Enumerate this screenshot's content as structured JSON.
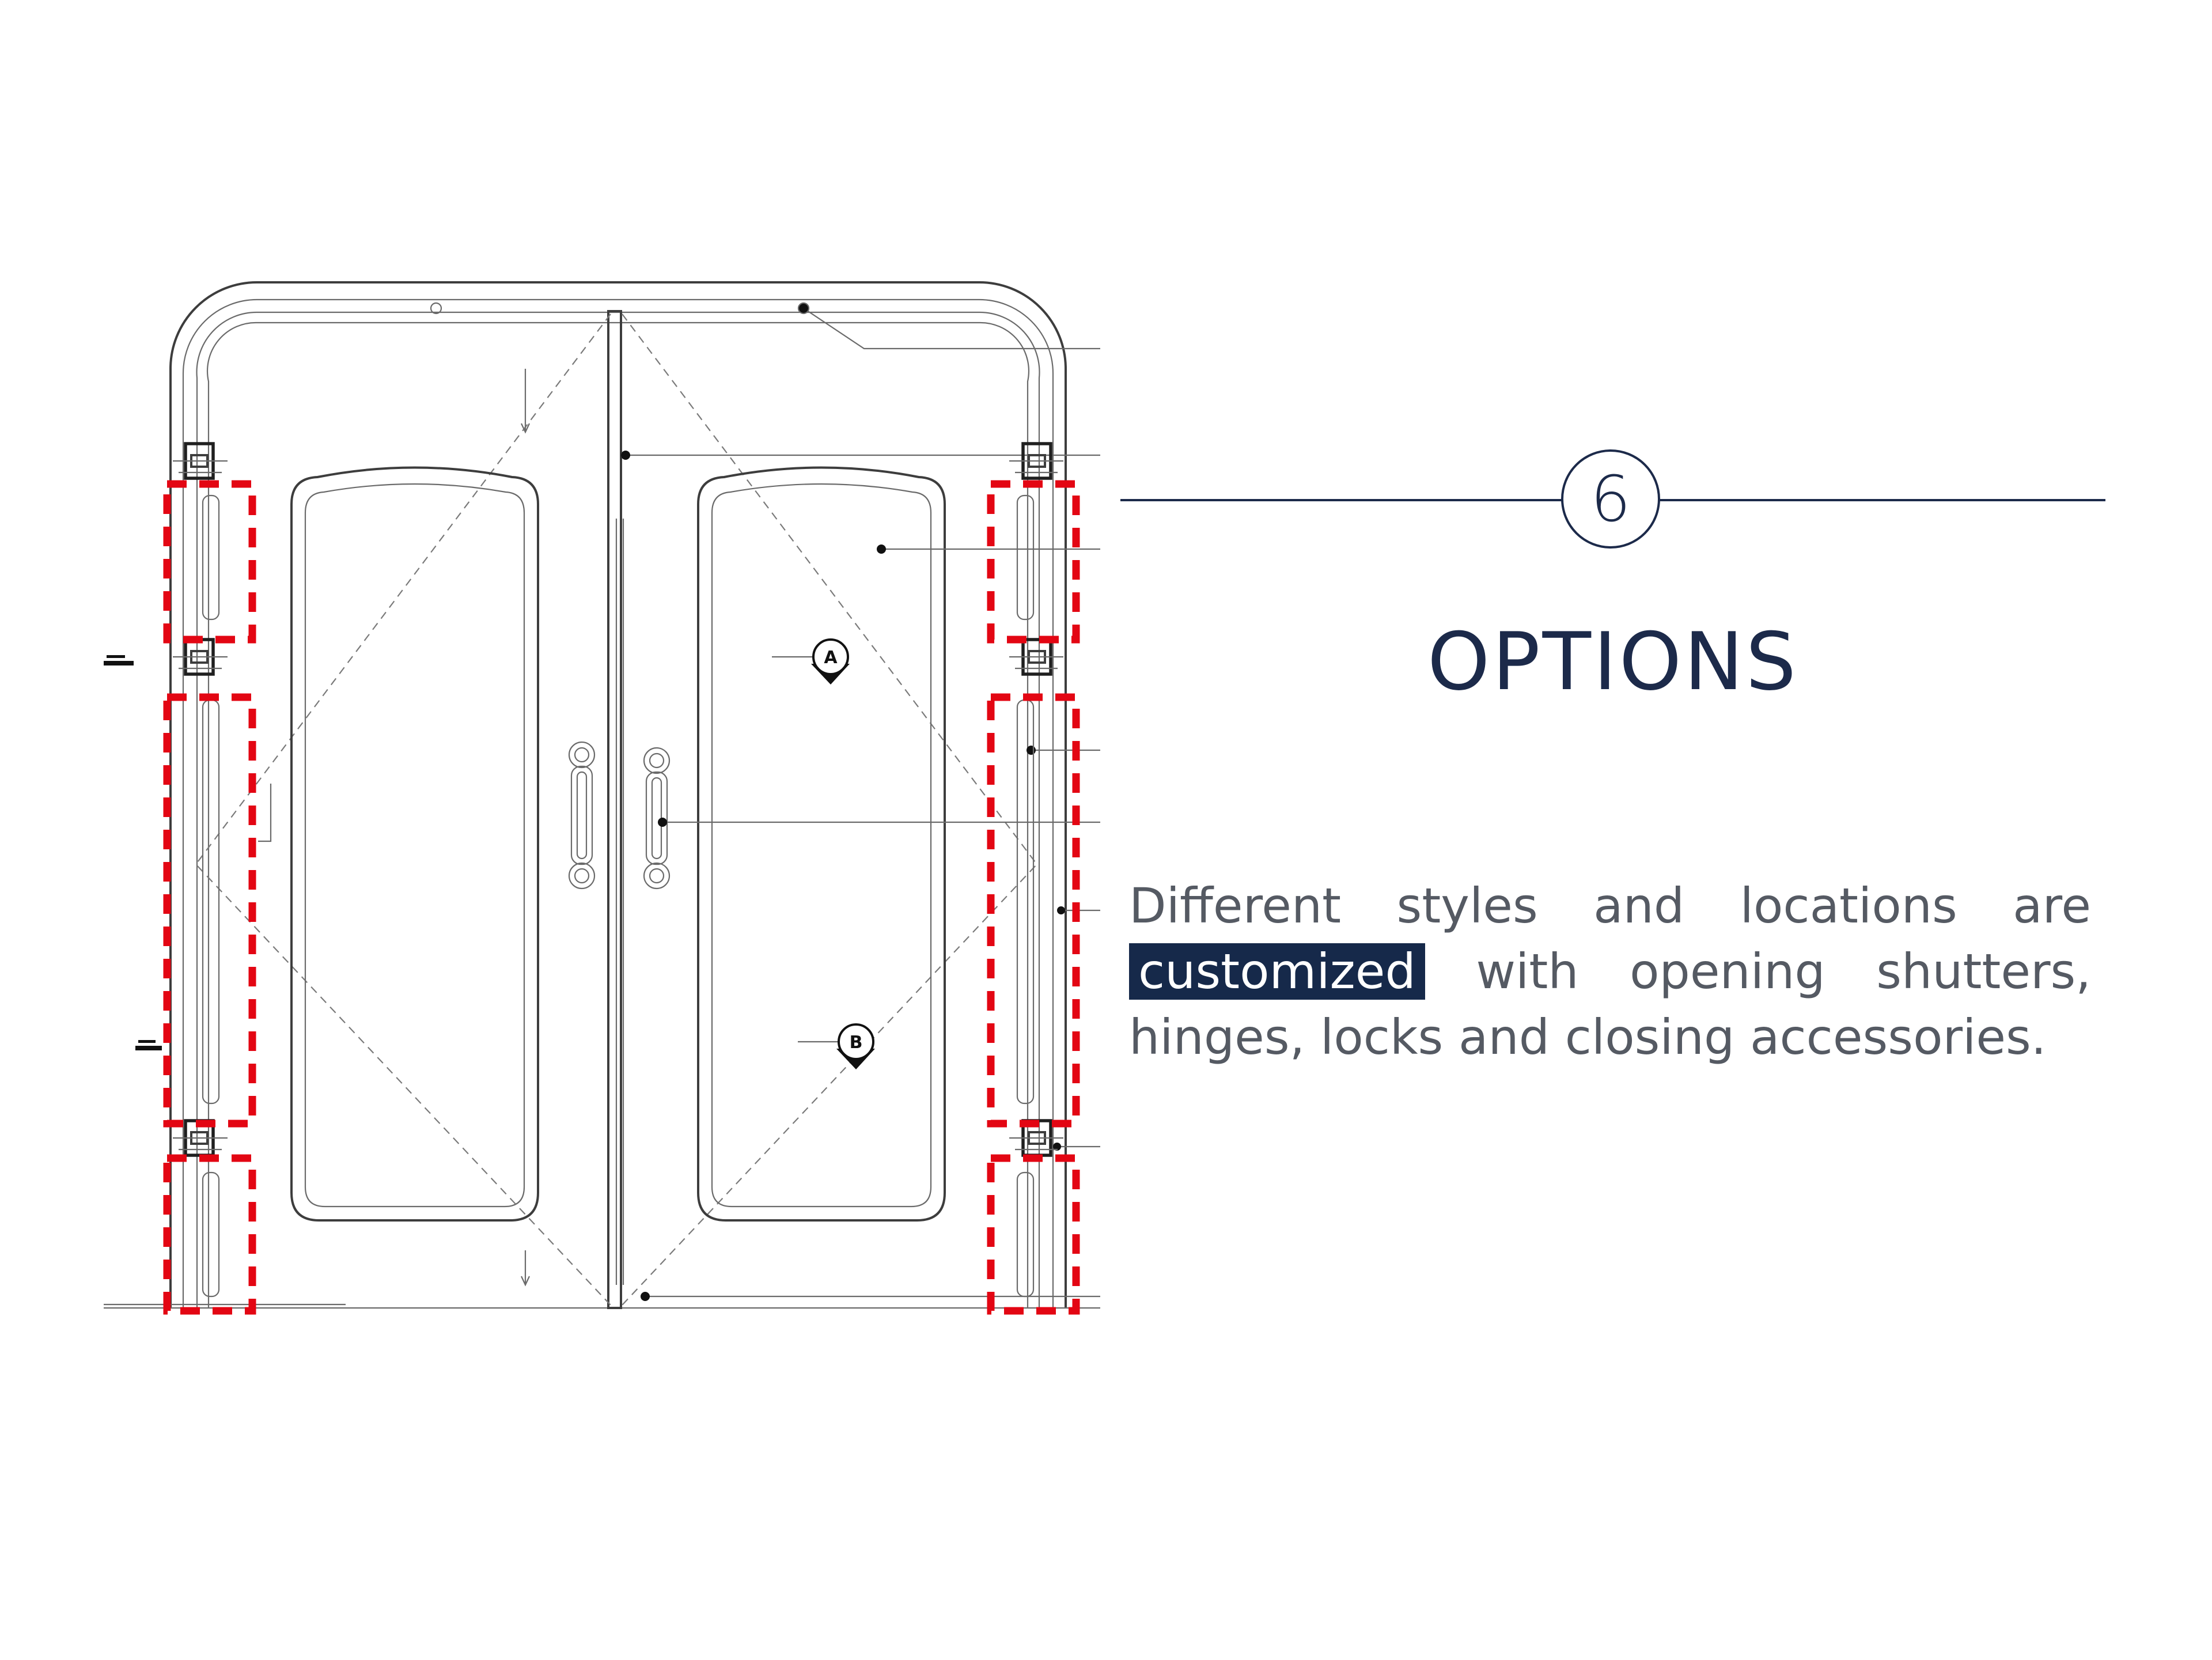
{
  "step_number": "6",
  "title": "OPTIONS",
  "description": {
    "line1": "Different styles and locations are",
    "highlight": "customized",
    "line2_rest": "with opening shutters,",
    "line3": "hinges, locks and closing accessories."
  },
  "drawing": {
    "section_markers": [
      "A",
      "B"
    ],
    "colors": {
      "highlight_dashes": "#e30613",
      "accent": "#1c2a4a",
      "highlight_box": "#16294a"
    }
  }
}
